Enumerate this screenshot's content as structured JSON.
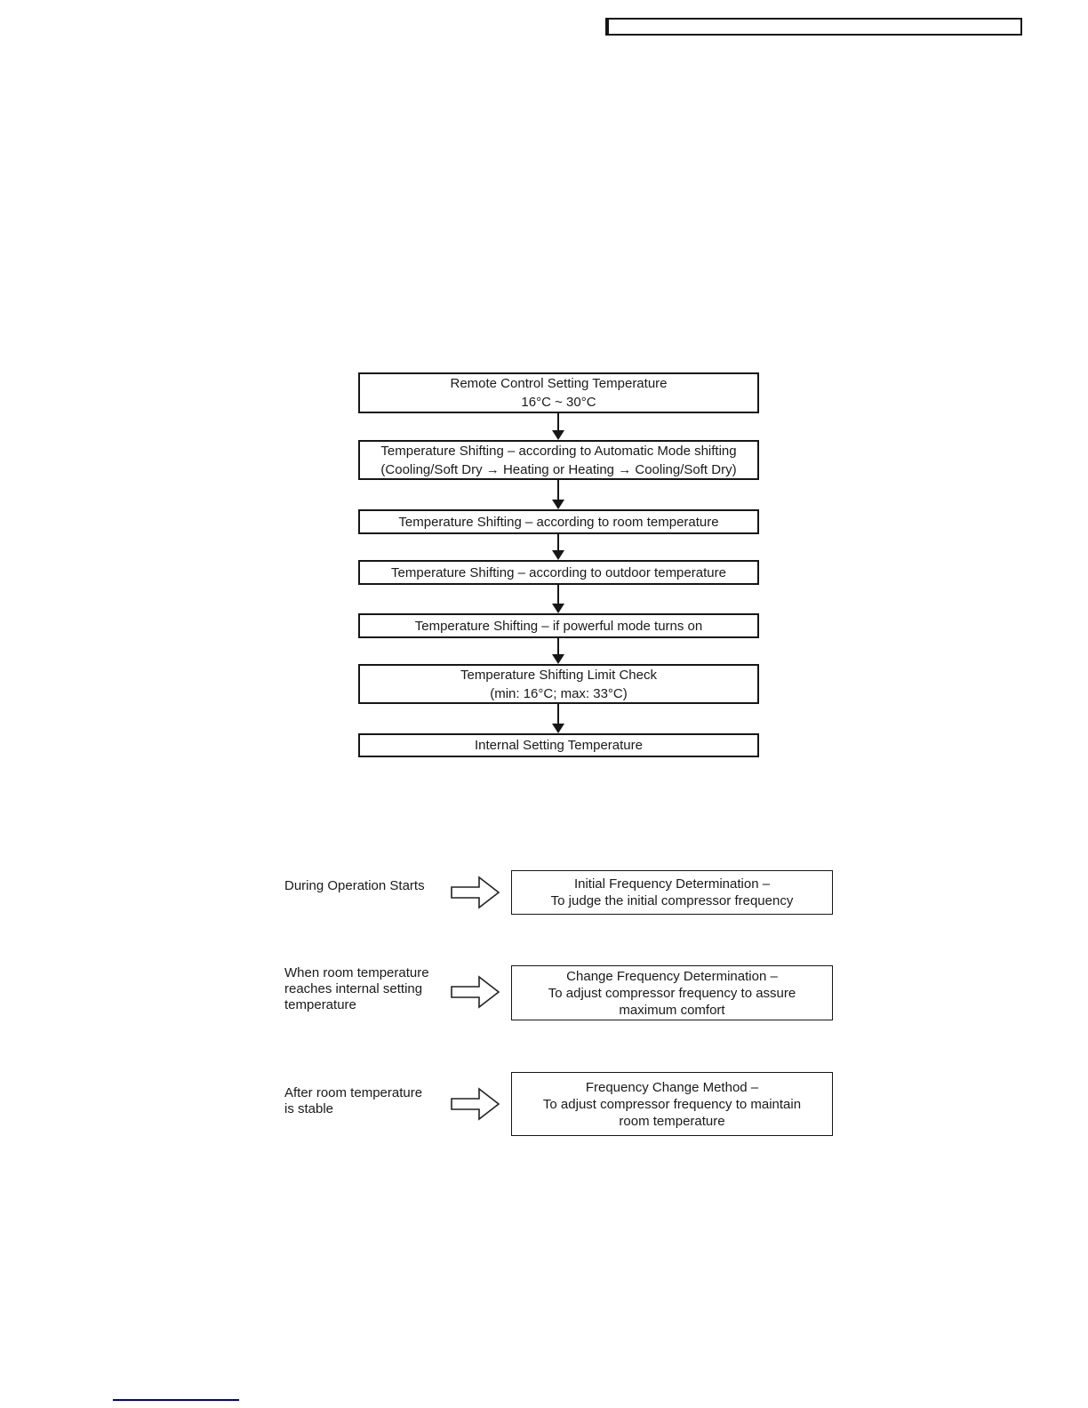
{
  "header": {
    "title_box_text": ""
  },
  "temperature_flowchart": {
    "boxes": [
      {
        "text": "Remote Control Setting Temperature\n16°C ~ 30°C"
      },
      {
        "text": "Temperature Shifting – according to Automatic Mode shifting\n(Cooling/Soft Dry → Heating or Heating → Cooling/Soft Dry)"
      },
      {
        "text": "Temperature Shifting – according to room temperature"
      },
      {
        "text": "Temperature Shifting – according to outdoor temperature"
      },
      {
        "text": "Temperature Shifting – if powerful mode turns on"
      },
      {
        "text": "Temperature Shifting Limit Check\n(min: 16°C; max: 33°C)"
      },
      {
        "text": "Internal Setting Temperature"
      }
    ]
  },
  "frequency_flow": {
    "rows": [
      {
        "label": "During Operation Starts",
        "box": "Initial Frequency Determination –\nTo judge the initial compressor frequency"
      },
      {
        "label": "When room temperature\nreaches internal setting\ntemperature",
        "box": "Change Frequency Determination –\nTo adjust compressor frequency to assure\nmaximum comfort"
      },
      {
        "label": "After room temperature\nis stable",
        "box": "Frequency Change Method –\nTo adjust compressor frequency to maintain\nroom temperature"
      }
    ]
  },
  "colors": {
    "ink": "#1a1a1a",
    "footer_link_line": "#00008B"
  }
}
